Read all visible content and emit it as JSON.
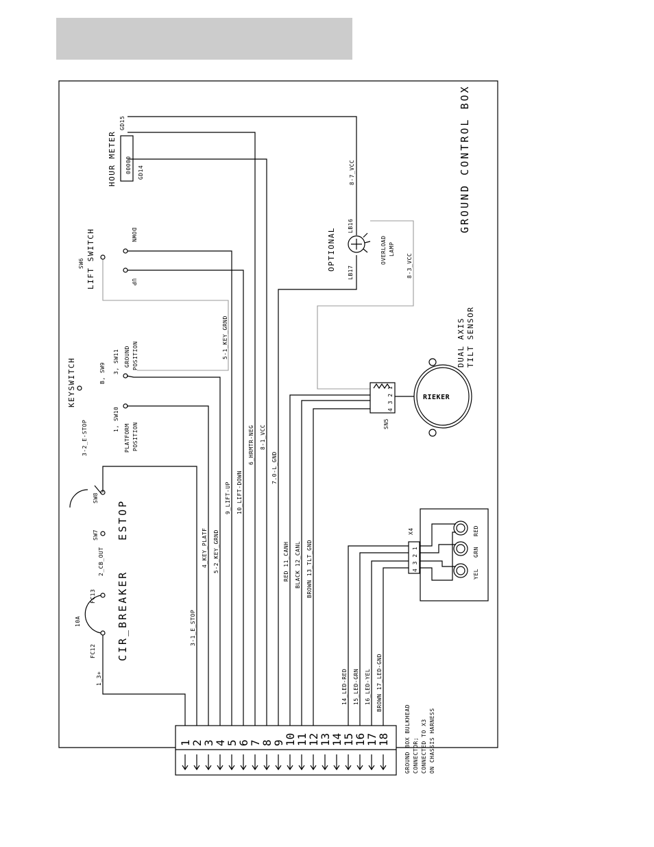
{
  "title": "GROUND CONTROL BOX",
  "components": {
    "hour_meter": {
      "label": "HOUR METER",
      "display": "00000",
      "pin_a": "GD15",
      "pin_b": "GD14"
    },
    "lift_switch": {
      "ref": "SW6",
      "label": "LIFT SWITCH",
      "down": "DOWN",
      "up": "UP"
    },
    "optional_lamp": {
      "label": "OPTIONAL",
      "pin_a": "LB16",
      "pin_b": "LB17",
      "name_1": "OVERLOAD",
      "name_2": "LAMP"
    },
    "keyswitch": {
      "label": "KEYSWITCH",
      "ground_pin": "3, SW11",
      "ground_label_1": "GROUND",
      "ground_label_2": "POSITION",
      "b_pin": "B, SW9",
      "platform_pin": "1, SW10",
      "platform_label_1": "PLATFORM",
      "platform_label_2": "POSITION"
    },
    "tilt_sensor": {
      "label_1": "DUAL AXIS",
      "label_2": "TILT SENSOR",
      "brand": "RIEKER",
      "connector": "SN5",
      "pins": "4 3 2 1"
    },
    "estop": {
      "label": "ESTOP",
      "pin_a": "SW7",
      "pin_b": "SW8"
    },
    "breaker": {
      "label": "CIR_BREAKER",
      "rating": "10A",
      "pin_a": "FC12",
      "pin_b": "FC13"
    },
    "led": {
      "connector": "X4",
      "pins": "4 3 2 1",
      "colors": [
        "RED",
        "GRN",
        "YEL"
      ]
    },
    "bulkhead": {
      "line_1": "GROUND BOX BULKHEAD",
      "line_2": "CONNECTOR;",
      "line_3": "CONNECTED TO X3",
      "line_4": "ON CHASSIS HARNESS",
      "pins": [
        "1",
        "2",
        "3",
        "4",
        "5",
        "6",
        "7",
        "8",
        "9",
        "10",
        "11",
        "12",
        "13",
        "14",
        "15",
        "16",
        "17",
        "18"
      ]
    }
  },
  "wires": {
    "w_8_7": "8-7_VCC",
    "w_8_3": "8-3_VCC",
    "w_5_1": "5-1_KEY_GRND",
    "w_3_2": "3-2_E-STOP",
    "w_6": "6_HRMTR-NEG",
    "w_8_1": "8-1_VCC",
    "w_7_0": "7.0-L_GND",
    "w_10": "10_LIFT-DOWN",
    "w_9": "9_LIFT-UP",
    "w_5_2": "5-2_KEY_GRND",
    "w_4": "4_KEY_PLATF",
    "w_2": "2_CB_OUT",
    "w_3_1": "3-1_E_STOP",
    "w_1": "1_3+",
    "w_11": "RED 11_CANH",
    "w_12": "BLACK 12_CANL",
    "w_13": "BROWN 13_TLT_GND",
    "w_14": "14_LED-RED",
    "w_15": "15_LED-GRN",
    "w_16": "16_LED-YEL",
    "w_17": "BROWN 17_LED-GND"
  }
}
